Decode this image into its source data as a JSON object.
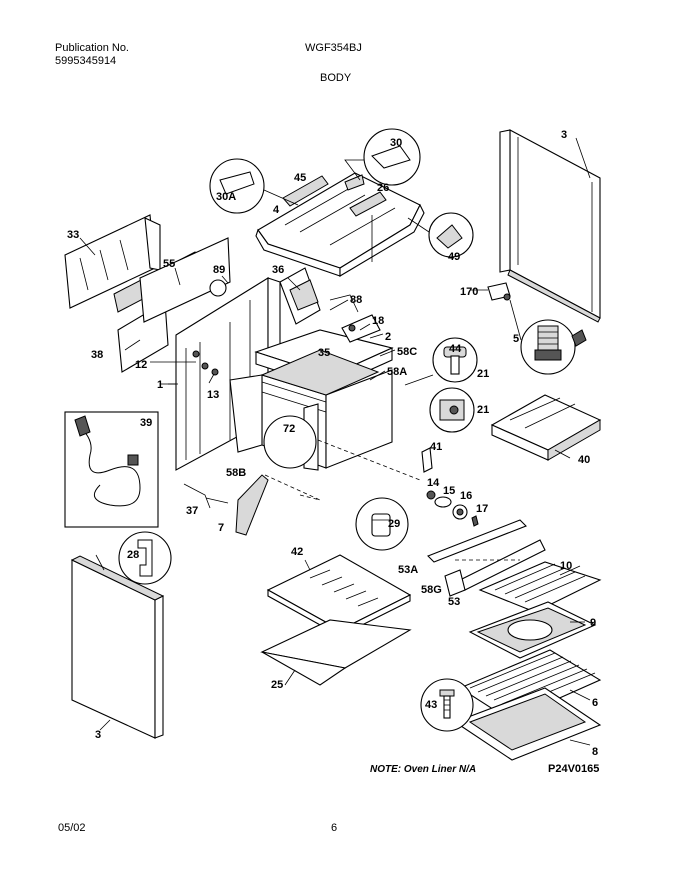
{
  "header": {
    "publication_label": "Publication No.",
    "publication_number": "5995345914",
    "model": "WGF354BJ",
    "section": "BODY"
  },
  "footer": {
    "date": "05/02",
    "page": "6"
  },
  "diagram": {
    "note": "NOTE: Oven Liner N/A",
    "figure_code": "P24V0165",
    "labels": {
      "p30": "30",
      "p30A": "30A",
      "p45": "45",
      "p26": "26",
      "p4": "4",
      "p49": "49",
      "p3_top": "3",
      "p170": "170",
      "p5": "5",
      "p33": "33",
      "p55": "55",
      "p89": "89",
      "p36": "36",
      "p88": "88",
      "p18": "18",
      "p2": "2",
      "p58C": "58C",
      "p44": "44",
      "p21a": "21",
      "p38": "38",
      "p12": "12",
      "p35": "35",
      "p58A": "58A",
      "p1": "1",
      "p13": "13",
      "p21b": "21",
      "p39": "39",
      "p72": "72",
      "p40": "40",
      "p41": "41",
      "p58B": "58B",
      "p14": "14",
      "p15": "15",
      "p16": "16",
      "p17": "17",
      "p37": "37",
      "p7": "7",
      "p29": "29",
      "p28": "28",
      "p42": "42",
      "p10": "10",
      "p53A": "53A",
      "p58G": "58G",
      "p53": "53",
      "p9": "9",
      "p25": "25",
      "p43": "43",
      "p6": "6",
      "p3_bottom": "3",
      "p8": "8"
    }
  }
}
